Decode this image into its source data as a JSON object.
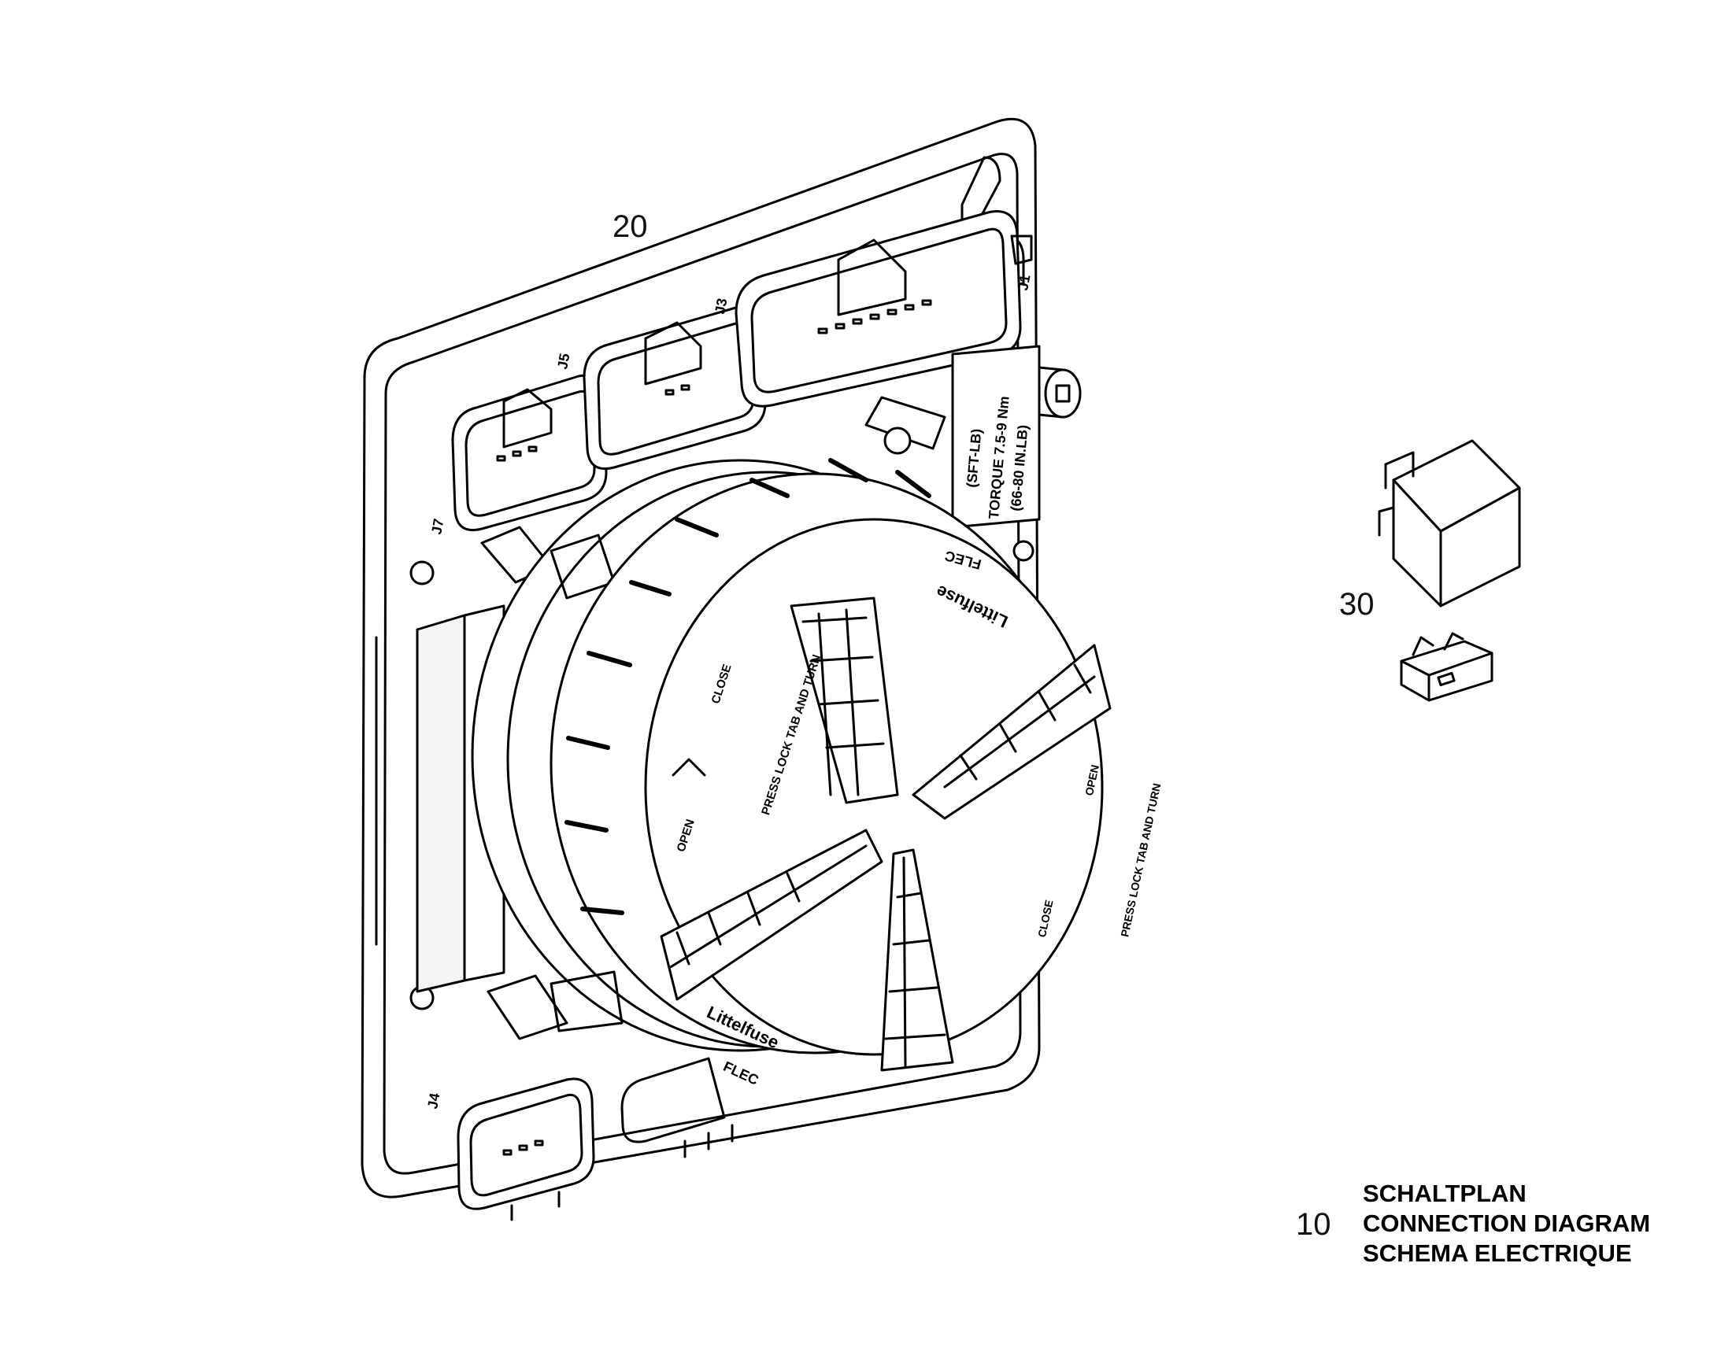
{
  "callouts": {
    "item_20": "20",
    "item_30": "30",
    "item_10": "10"
  },
  "legend": {
    "line1": "SCHALTPLAN",
    "line2": "CONNECTION DIAGRAM",
    "line3": "SCHEMA ELECTRIQUE"
  },
  "part_markings": {
    "connector_j1": "J1",
    "connector_j3": "J3",
    "connector_j4": "J4",
    "connector_j5": "J5",
    "connector_j7": "J7",
    "brand_top": "Littelfuse",
    "brand_bottom": "Littelfuse",
    "series_top": "FLEC",
    "series_bottom": "FLEC",
    "lock_instruction_left": "PRESS LOCK TAB AND TURN",
    "lock_open_left": "OPEN",
    "lock_close_left": "CLOSE",
    "lock_instruction_right": "PRESS LOCK TAB AND TURN",
    "lock_open_right": "OPEN",
    "lock_close_right": "CLOSE",
    "label_strip": "(SFT-LB)",
    "label_line_a": "TORQUE 7.5-9 Nm",
    "label_line_b": "(66-80 IN.LB)"
  },
  "colors": {
    "line": "#000000",
    "background": "#ffffff"
  }
}
